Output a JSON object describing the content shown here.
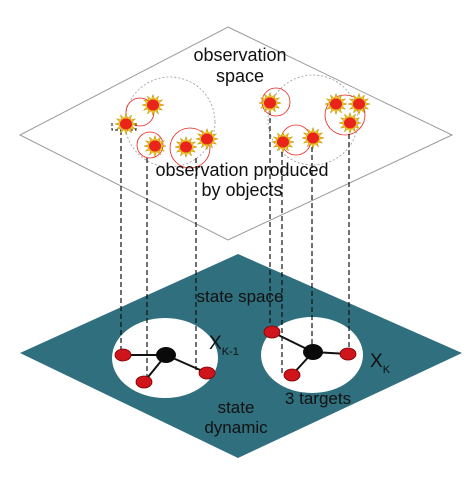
{
  "observation_plane": {
    "title_line1": "observation",
    "title_line2": "space",
    "caption_line1": "observation produced",
    "caption_line2": "by objects",
    "fill": "#ffffff",
    "stroke": "#9a9a9a"
  },
  "state_plane": {
    "title": "state space",
    "fill": "#2f6f7e",
    "state_k_minus_1": {
      "base": "X",
      "sub": "K-1"
    },
    "state_k": {
      "base": "X",
      "sub": "K"
    },
    "targets_label": "3 targets",
    "dynamic_line1": "state",
    "dynamic_line2": "dynamic"
  },
  "colors": {
    "star_fill": "#e8241c",
    "star_ray": "#f3c419",
    "target_fill": "#d0141b",
    "center_fill": "#0a0a0a",
    "dashed_line": "#111111",
    "circle_red": "#e8241c",
    "circle_grey": "#9a9a9a"
  }
}
